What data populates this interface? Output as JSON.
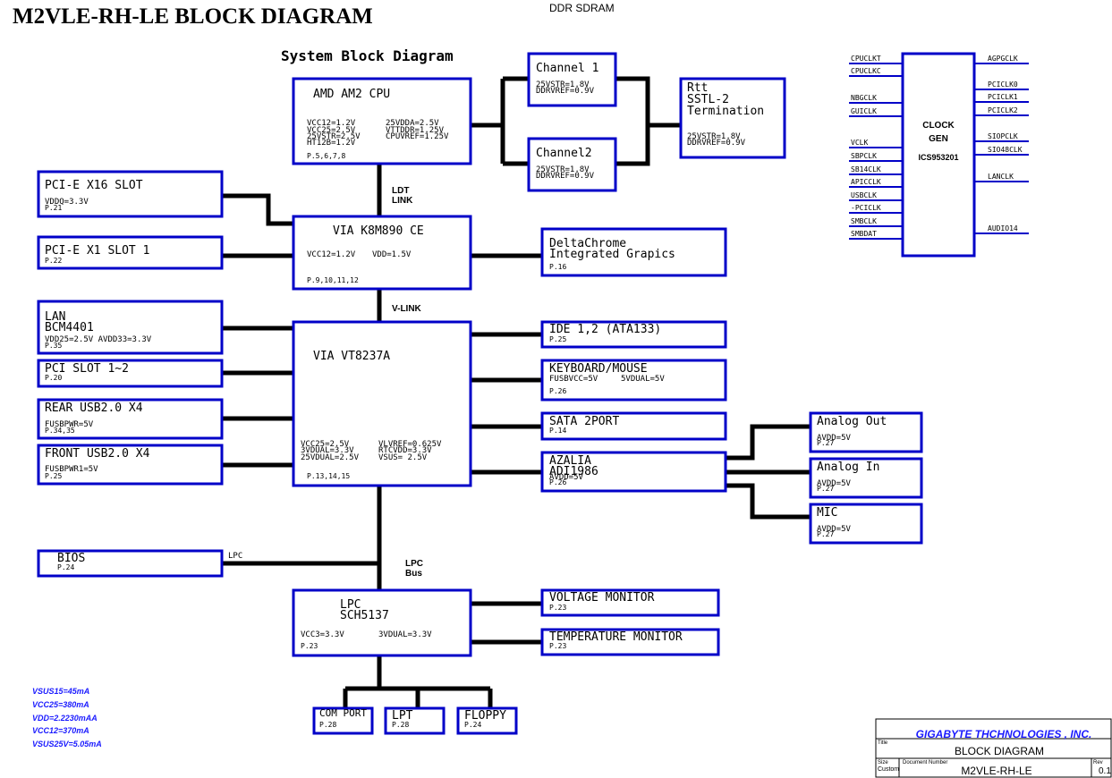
{
  "title": "M2VLE-RH-LE BLOCK DIAGRAM",
  "header_note": "DDR SDRAM",
  "subtitle": "System Block Diagram",
  "cpu": {
    "name": "AMD AM2 CPU",
    "l1": "VCC12=1.2V",
    "l2": "VCC25=2.5V",
    "l3": "25VSTR=2.5V",
    "l4": "HT12B=1.2V",
    "r1": "25VDDA=2.5V",
    "r2": "VTTDDR=1.25V",
    "r3": "CPUVREF=1.25V",
    "page": "P.5,6,7,8"
  },
  "channel1": {
    "name": "Channel 1",
    "l1": "25VSTR=1.8V",
    "l2": "DDRVREF=0.9V"
  },
  "channel2": {
    "name": "Channel2",
    "l1": "25VSTR=1.8V",
    "l2": "DDRVREF=0.9V"
  },
  "rtt": {
    "l1": "Rtt",
    "l2": "SSTL-2",
    "l3": "Termination",
    "l4": "25VSTR=1.8V",
    "l5": "DDRVREF=0.9V"
  },
  "ldt_link": {
    "l1": "LDT",
    "l2": "LINK"
  },
  "nb": {
    "name": "VIA K8M890 CE",
    "l1": "VCC12=1.2V",
    "l2": "VDD=1.5V",
    "page": "P.9,10,11,12"
  },
  "pcie16": {
    "name": "PCI-E X16 SLOT",
    "sub": "VDDQ=3.3V",
    "page": "P.21"
  },
  "pcie1": {
    "name": "PCI-E X1 SLOT 1",
    "page": "P.22"
  },
  "delta": {
    "l1": "DeltaChrome",
    "l2": "Integrated Grapics",
    "page": "P.16"
  },
  "vlink": "V-LINK",
  "sb": {
    "name": "VIA VT8237A",
    "l1": "VCC25=2.5V",
    "l2": "3VDUAL=3.3V",
    "l3": "25VDUAL=2.5V",
    "r1": "VLVREF=0.625V",
    "r2": "RTCVDD=3.3V",
    "r3": "VSUS= 2.5V",
    "page": "P.13,14,15"
  },
  "lan": {
    "l1": "LAN",
    "l2": "BCM4401",
    "sub": "VDD25=2.5V AVDD33=3.3V",
    "page": "P.35"
  },
  "pci": {
    "name": "PCI SLOT 1~2",
    "page": "P.20"
  },
  "rear_usb": {
    "name": "REAR USB2.0 X4",
    "sub": "FUSBPWR=5V",
    "page": "P.34,35"
  },
  "front_usb": {
    "name": "FRONT USB2.0 X4",
    "sub": "FUSBPWR1=5V",
    "page": "P.25"
  },
  "ide": {
    "name": "IDE 1,2 (ATA133)",
    "page": "P.25"
  },
  "kb": {
    "name": "KEYBOARD/MOUSE",
    "l1": "FUSBVCC=5V",
    "l2": "5VDUAL=5V",
    "page": "P.26"
  },
  "sata": {
    "name": "SATA 2PORT",
    "page": "P.14"
  },
  "azalia": {
    "l1": "AZALIA",
    "l2": "ADI1986",
    "sub": "AVDD=5V",
    "page": "P.26"
  },
  "aout": {
    "name": "Analog Out",
    "sub": "AVDD=5V",
    "page": "P.27"
  },
  "ain": {
    "name": "Analog In",
    "sub": "AVDD=5V",
    "page": "P.27"
  },
  "mic": {
    "name": "MIC",
    "sub": "AVDD=5V",
    "page": "P.27"
  },
  "bios": {
    "name": "BIOS",
    "page": "P.24",
    "bus": "LPC"
  },
  "lpc_bus": {
    "l1": "LPC",
    "l2": "Bus"
  },
  "lpcchip": {
    "l1": "LPC",
    "l2": "SCH5137",
    "v1": "VCC3=3.3V",
    "v2": "3VDUAL=3.3V",
    "page": "P.23"
  },
  "volt": {
    "name": "VOLTAGE MONITOR",
    "page": "P.23"
  },
  "temp": {
    "name": "TEMPERATURE MONITOR",
    "page": "P.23"
  },
  "com": {
    "name": "COM PORT",
    "page": "P.28"
  },
  "lpt": {
    "name": "LPT",
    "page": "P.28"
  },
  "floppy": {
    "name": "FLOPPY",
    "page": "P.24"
  },
  "clock": {
    "l1": "CLOCK",
    "l2": "GEN",
    "l3": "ICS953201",
    "left": [
      "CPUCLKT",
      "CPUCLKC",
      "NBGCLK",
      "GUICLK",
      "VCLK",
      "SBPCLK",
      "SB14CLK",
      "APICCLK",
      "USBCLK",
      "-PCICLK",
      "SMBCLK",
      "SMBDAT"
    ],
    "right": [
      "AGPGCLK",
      "PCICLK0",
      "PCICLK1",
      "PCICLK2",
      "SIOPCLK",
      "SIO48CLK",
      "LANCLK",
      "AUDIO14"
    ]
  },
  "power_notes": [
    "VSUS15=45mA",
    "VCC25=380mA",
    "VDD=2.2230mAA",
    "VCC12=370mA",
    "VSUS25V=5.05mA"
  ],
  "title_block": {
    "company": "GIGABYTE THCHNOLOGIES , INC.",
    "title_label": "Title",
    "title": "BLOCK DIAGRAM",
    "size_label": "Size",
    "size": "Custom",
    "docnum_label": "Document Number",
    "docnum": "M2VLE-RH-LE",
    "rev_label": "Rev",
    "rev": "0.1"
  },
  "colors": {
    "box": "#0000c8",
    "wire": "#000000",
    "note": "#1a1aff"
  }
}
